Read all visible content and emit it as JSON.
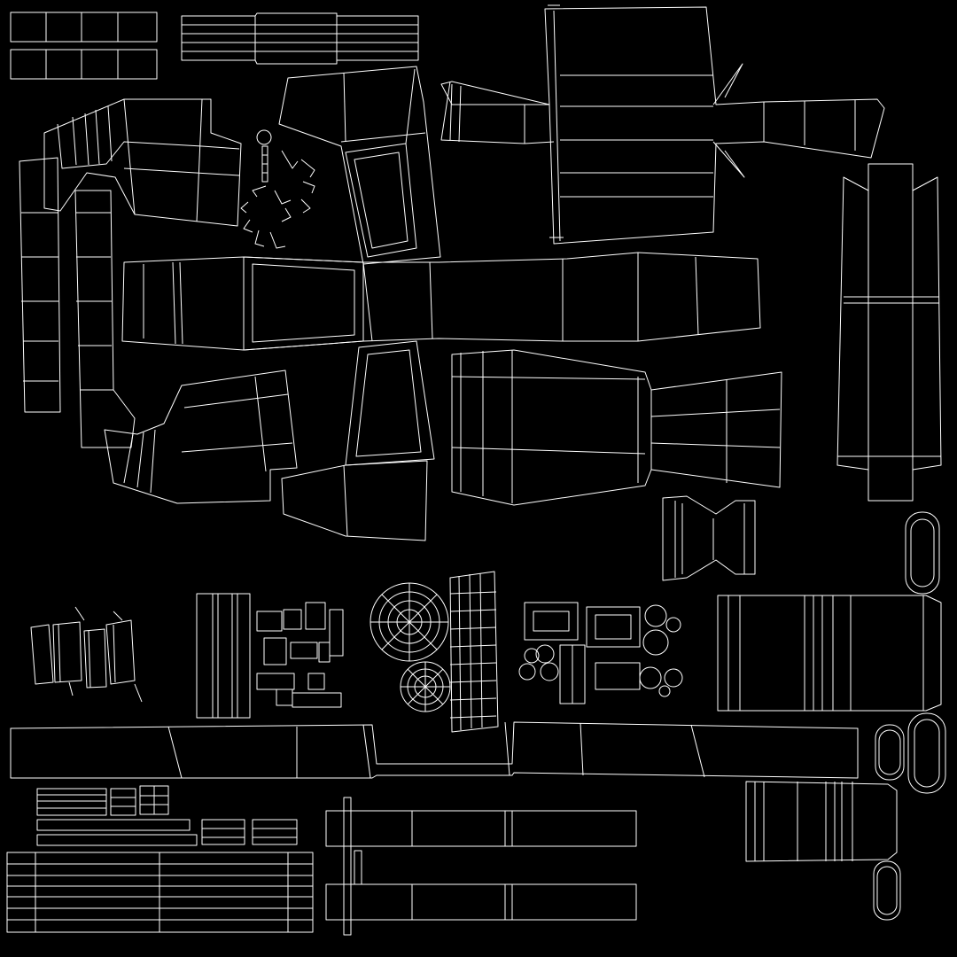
{
  "colors": {
    "background": "#000000",
    "wire": "#ffffff"
  },
  "islands": [
    "belt-strip-top-left",
    "ribbed-strip-top",
    "backpack-unwrap",
    "shoulder-left-upper",
    "gear-chain-parts",
    "torso-top-panel",
    "arm-left-column",
    "torso-cross",
    "leg-flared-panel",
    "tall-right-panel",
    "shoulder-left-lower",
    "torso-bottom-panel",
    "boot-piece",
    "pill-loops",
    "small-clip-parts",
    "vertical-strap",
    "buckle-pieces",
    "radial-discs",
    "ribbed-column",
    "hardware-cluster",
    "wide-mesh-panel",
    "long-band",
    "thin-strips-bottom-left",
    "t-bars-bottom",
    "lower-mesh-panel"
  ]
}
